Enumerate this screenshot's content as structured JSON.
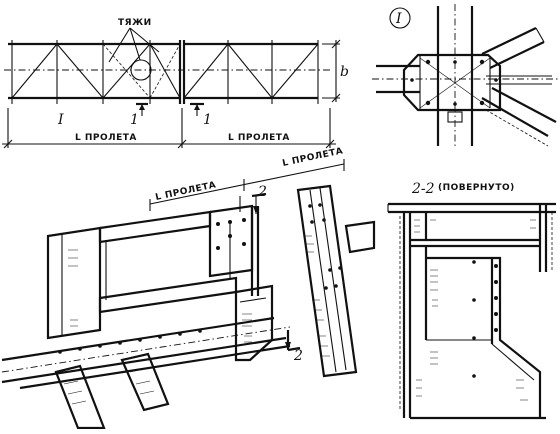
{
  "labels": {
    "tie_rods": "ТЯЖИ",
    "span_left": "L ПРОЛЕТА",
    "span_right": "L ПРОЛЕТА",
    "span_diag_1": "L ПРОЛЕТА",
    "span_diag_2": "L ПРОЛЕТА",
    "dim_b": "b",
    "detail_mark": "I",
    "detail_circle": "I",
    "section_1_num": "1",
    "section_1_num_b": "1",
    "section_2_top": "2",
    "section_2_bottom": "2",
    "section_title_num": "2-2",
    "section_title_note": "(ПОВЕРНУТО)"
  }
}
